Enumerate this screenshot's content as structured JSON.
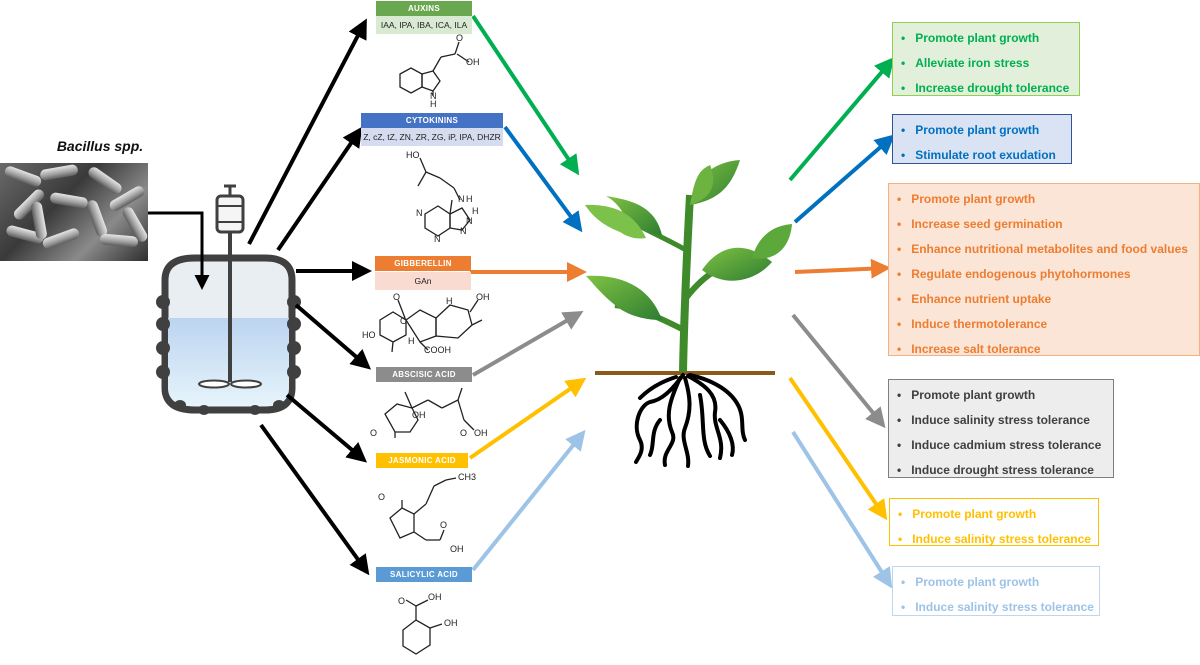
{
  "bacteria": {
    "title": "Bacillus spp."
  },
  "hormones": [
    {
      "key": "auxins",
      "name": "AUXINS",
      "compounds": "IAA, IPA, IBA, ICA, ILA",
      "color": "#6aa84f",
      "sub_bg": "#d9ead3"
    },
    {
      "key": "cytokinins",
      "name": "CYTOKININS",
      "compounds": "Z, cZ, tZ, ZN, ZR, ZG, iP, IPA, DHZR",
      "color": "#4472c4",
      "sub_bg": "#d6dcf0"
    },
    {
      "key": "gibberellin",
      "name": "GIBBERELLIN",
      "compounds": "GAn",
      "color": "#ed7d31",
      "sub_bg": "#fadbd2"
    },
    {
      "key": "abscisic",
      "name": "ABSCISIC ACID",
      "compounds": "",
      "color": "#8c8c8c",
      "sub_bg": ""
    },
    {
      "key": "jasmonic",
      "name": "JASMONIC ACID",
      "compounds": "",
      "color": "#ffc000",
      "sub_bg": ""
    },
    {
      "key": "salicylic",
      "name": "SALICYLIC ACID",
      "compounds": "",
      "color": "#5b9bd5",
      "sub_bg": ""
    }
  ],
  "chem_labels": {
    "auxin_oh": "OH",
    "auxin_o": "O",
    "auxin_nh": "N",
    "auxin_h": "H",
    "cyto_ho": "HO",
    "cyto_nh": "N",
    "cyto_h": "H",
    "cyto_n1": "N",
    "cyto_n2": "N",
    "cyto_n3": "N",
    "cyto_n4": "N",
    "cyto_h2": "H",
    "gib_oh1": "OH",
    "gib_ho": "HO",
    "gib_cooh": "COOH",
    "gib_o1": "O",
    "gib_o2": "O",
    "gib_h": "H",
    "gib_h2": "H",
    "aba_oh": "OH",
    "aba_o": "O",
    "aba_o2": "O",
    "aba_oh2": "OH",
    "ja_ch3": "CH3",
    "ja_o": "O",
    "ja_o2": "O",
    "ja_oh": "OH",
    "sa_o": "O",
    "sa_oh": "OH",
    "sa_oh2": "OH"
  },
  "effects": [
    {
      "key": "auxins",
      "color": "#00b050",
      "bg": "#e2efda",
      "border": "#92d050",
      "items": [
        "Promote plant growth",
        "Alleviate iron stress",
        "Increase drought tolerance"
      ]
    },
    {
      "key": "cytokinins",
      "color": "#0070c0",
      "bg": "#dae3f3",
      "border": "#2f5597",
      "items": [
        "Promote plant growth",
        "Stimulate root exudation"
      ]
    },
    {
      "key": "gibberellin",
      "color": "#ed7d31",
      "bg": "#fbe5d6",
      "border": "#f4b183",
      "items": [
        "Promote plant growth",
        "Increase seed germination",
        "Enhance nutritional metabolites and food values",
        "Regulate endogenous phytohormones",
        "Enhance nutrient uptake",
        "Induce thermotolerance",
        "Increase salt tolerance"
      ]
    },
    {
      "key": "abscisic",
      "color": "#404040",
      "bg": "#ededed",
      "border": "#7f7f7f",
      "items": [
        "Promote plant growth",
        "Induce salinity stress tolerance",
        "Induce cadmium stress tolerance",
        "Induce drought stress tolerance"
      ]
    },
    {
      "key": "jasmonic",
      "color": "#ffc000",
      "bg": "#ffffff",
      "border": "#ffc000",
      "items": [
        "Promote plant growth",
        "Induce salinity stress tolerance"
      ]
    },
    {
      "key": "salicylic",
      "color": "#9dc3e6",
      "bg": "#ffffff",
      "border": "#bdd7ee",
      "items": [
        "Promote plant growth",
        "Induce salinity stress tolerance"
      ]
    }
  ]
}
